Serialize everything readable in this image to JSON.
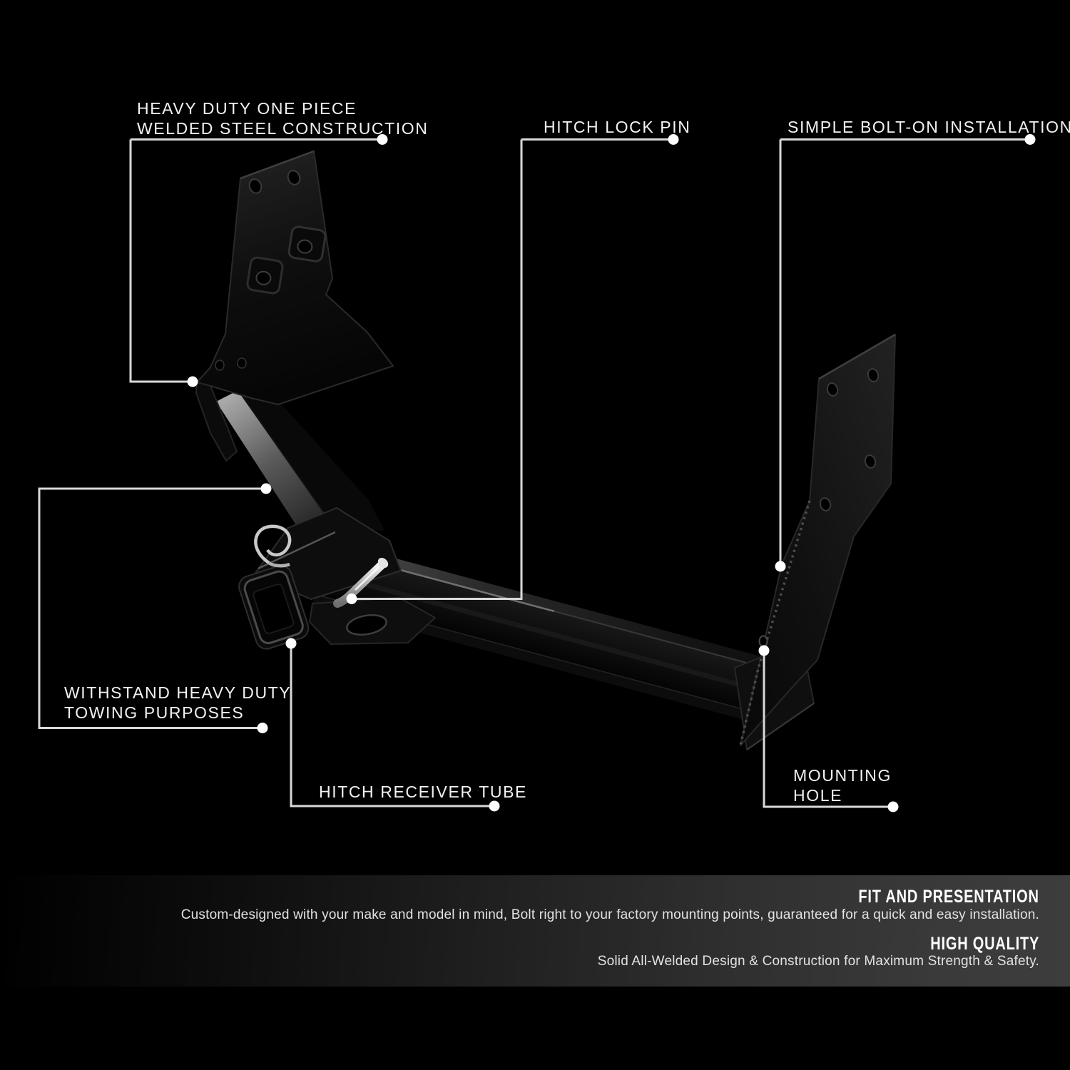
{
  "callouts": {
    "construction": {
      "line1": "HEAVY DUTY ONE PIECE",
      "line2": "WELDED STEEL CONSTRUCTION"
    },
    "lock_pin": {
      "label": "HITCH LOCK PIN"
    },
    "bolt_on": {
      "label": "SIMPLE BOLT-ON INSTALLATION"
    },
    "towing": {
      "line1": "WITHSTAND HEAVY DUTY",
      "line2": "TOWING PURPOSES"
    },
    "receiver_tube": {
      "label": "HITCH RECEIVER TUBE"
    },
    "mounting_hole": {
      "line1": "MOUNTING",
      "line2": "HOLE"
    }
  },
  "info_panel": {
    "sections": [
      {
        "heading": "FIT AND PRESENTATION",
        "body": "Custom-designed with your make and model in mind, Bolt right to your factory mounting points, guaranteed for a quick and easy installation."
      },
      {
        "heading": "HIGH QUALITY",
        "body": "Solid All-Welded Design & Construction for Maximum Strength & Safety."
      }
    ]
  },
  "illustration": {
    "subject": "black one-piece welded trailer hitch receiver with chrome lock pin"
  },
  "colors": {
    "background": "#000000",
    "callout_line": "#d9d9d9",
    "callout_dot": "#ffffff",
    "label_text": "#f2f2f2",
    "panel_text": "#e2e2e2",
    "panel_gradient_right": "#3d3d3d",
    "chrome_pin": "#e8e8e8"
  }
}
